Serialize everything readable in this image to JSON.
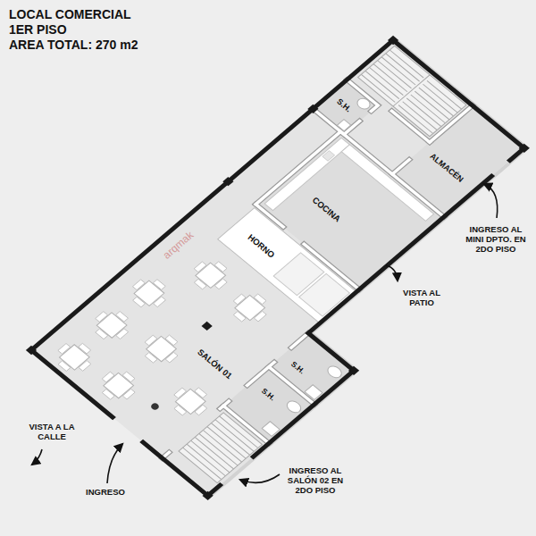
{
  "diagram": {
    "title": "LOCAL COMERCIAL",
    "labels": [
      "1ER PISO",
      "AREA TOTAL: 270 m2",
      "S.H.",
      "ALMACÉN",
      "COCINA",
      "HORNO",
      "arqmak",
      "SALÓN 01",
      "S.H.",
      "S.H.",
      "INGRESO AL MINI DPTO. EN 2DO PISO",
      "VISTA AL PATIO",
      "VISTA A LA CALLE",
      "INGRESO",
      "INGRESO AL SALÓN 02 EN 2DO PISO"
    ]
  }
}
